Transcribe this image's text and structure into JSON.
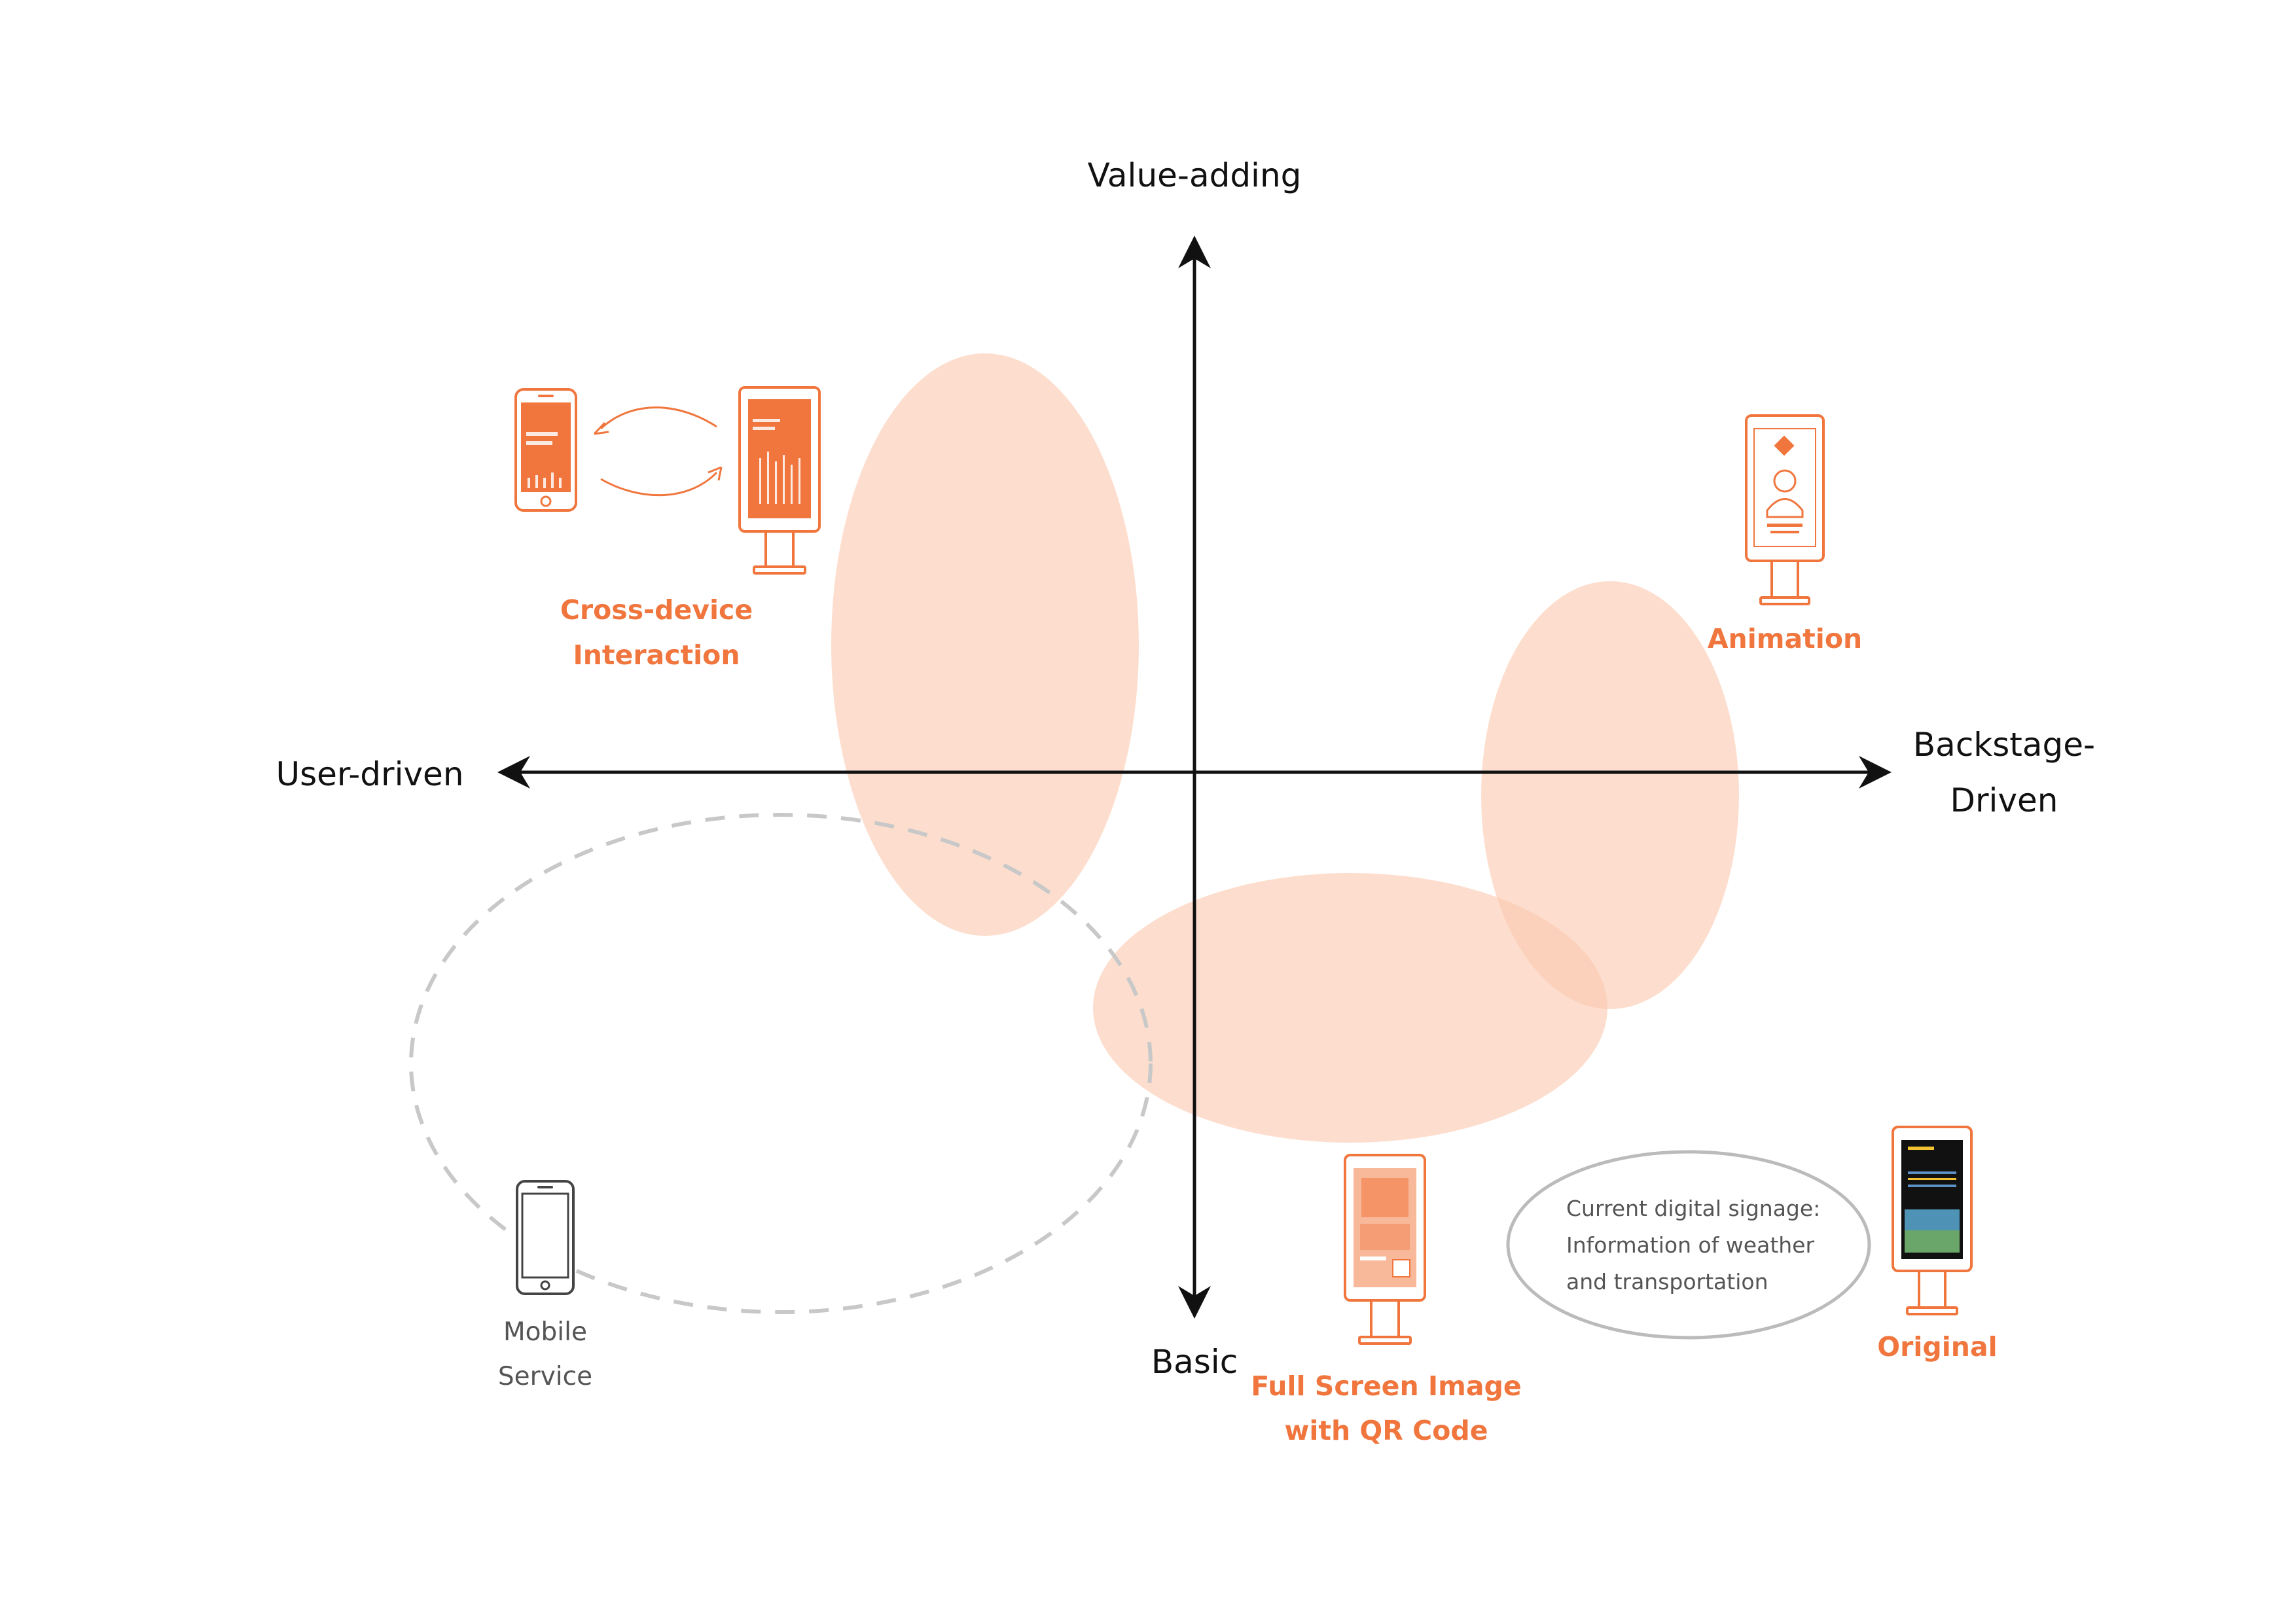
{
  "axes": {
    "top": "Value-adding",
    "bottom": "Basic",
    "left": "User-driven",
    "right_line1": "Backstage-",
    "right_line2": "Driven"
  },
  "items": {
    "cross_device": {
      "line1": "Cross-device",
      "line2": "Interaction"
    },
    "animation": {
      "label": "Animation"
    },
    "full_screen": {
      "line1": "Full Screen Image",
      "line2": "with QR Code"
    },
    "original": {
      "label": "Original"
    },
    "mobile": {
      "line1": "Mobile",
      "line2": "Service"
    }
  },
  "note": {
    "line1": "Current digital signage:",
    "line2": "Information of weather",
    "line3": "and transportation"
  },
  "colors": {
    "accent": "#F0763E",
    "blob": "#FBC9B0",
    "axis": "#111111",
    "gray_text": "#555555",
    "dashed": "#C8C8C8",
    "note_border": "#BBBBBB"
  }
}
